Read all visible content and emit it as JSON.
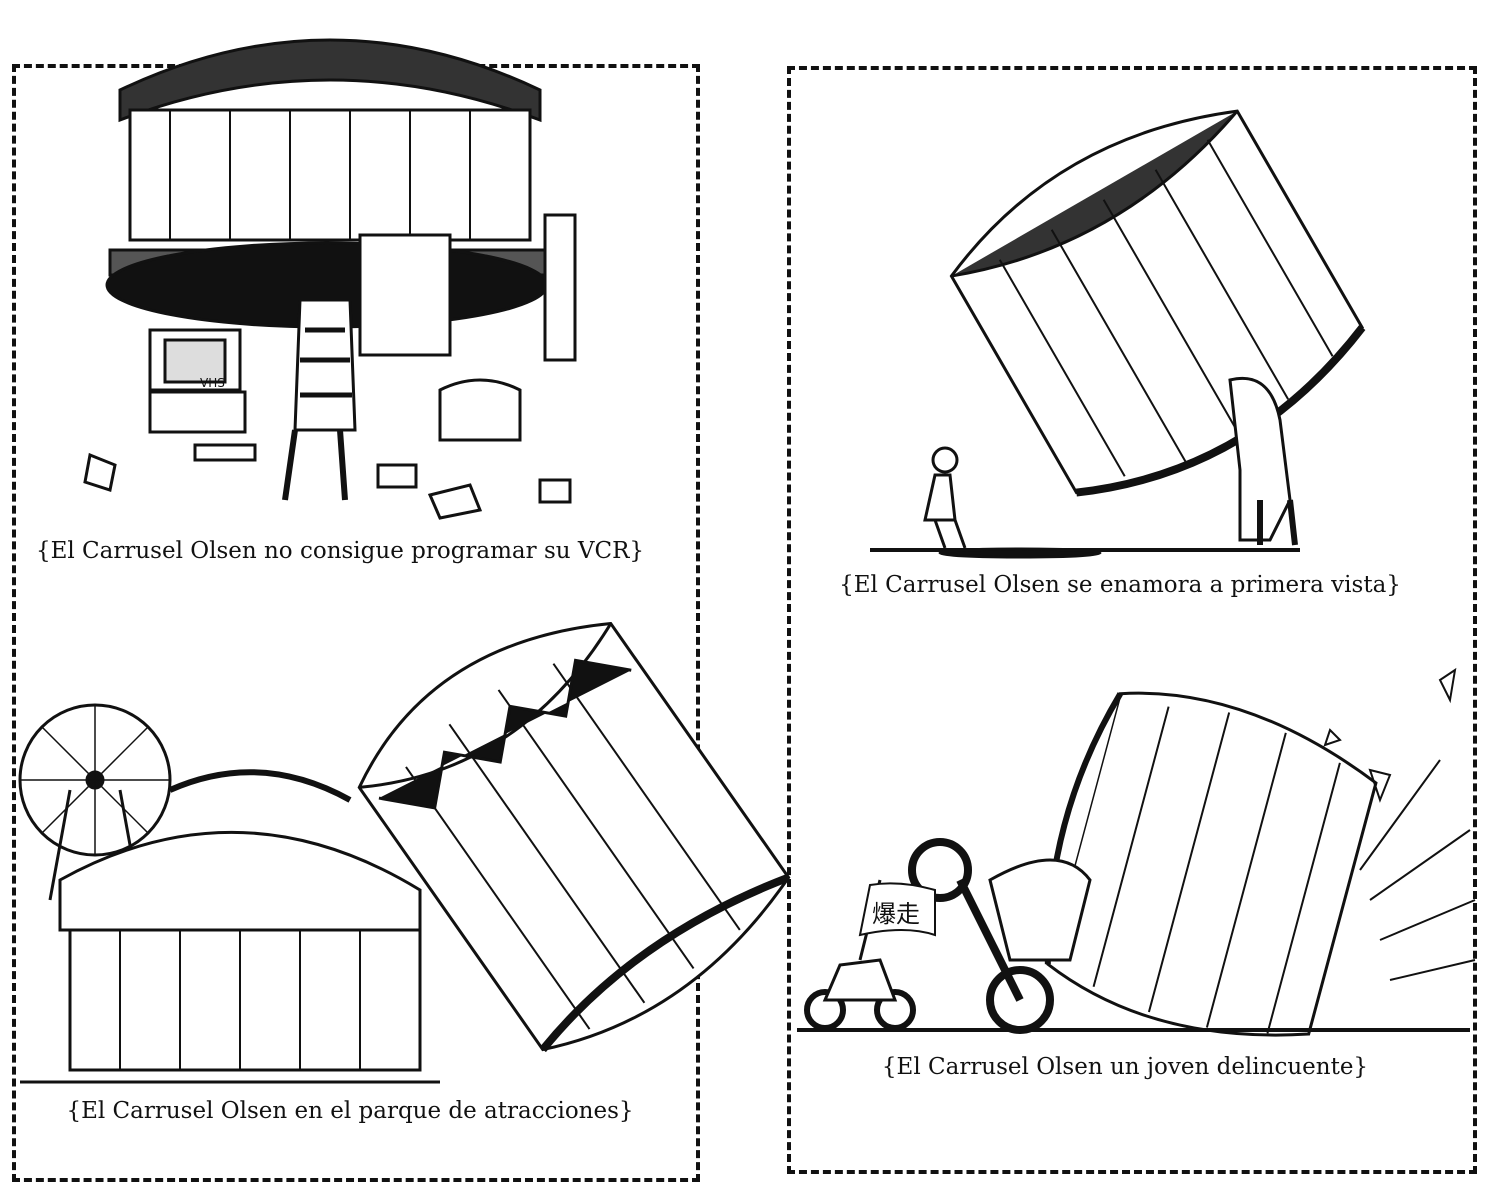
{
  "panels": [
    {
      "caption": "{El Carrusel Olsen no consigue programar su VCR}",
      "props": {
        "vcr_label": "VHS"
      }
    },
    {
      "caption": "{El Carrusel Olsen en el parque de atracciones}"
    },
    {
      "caption": "{El Carrusel Olsen se enamora a primera vista}"
    },
    {
      "caption": "{El Carrusel Olsen un joven delincuente}",
      "props": {
        "flag_text": "爆走"
      }
    }
  ]
}
